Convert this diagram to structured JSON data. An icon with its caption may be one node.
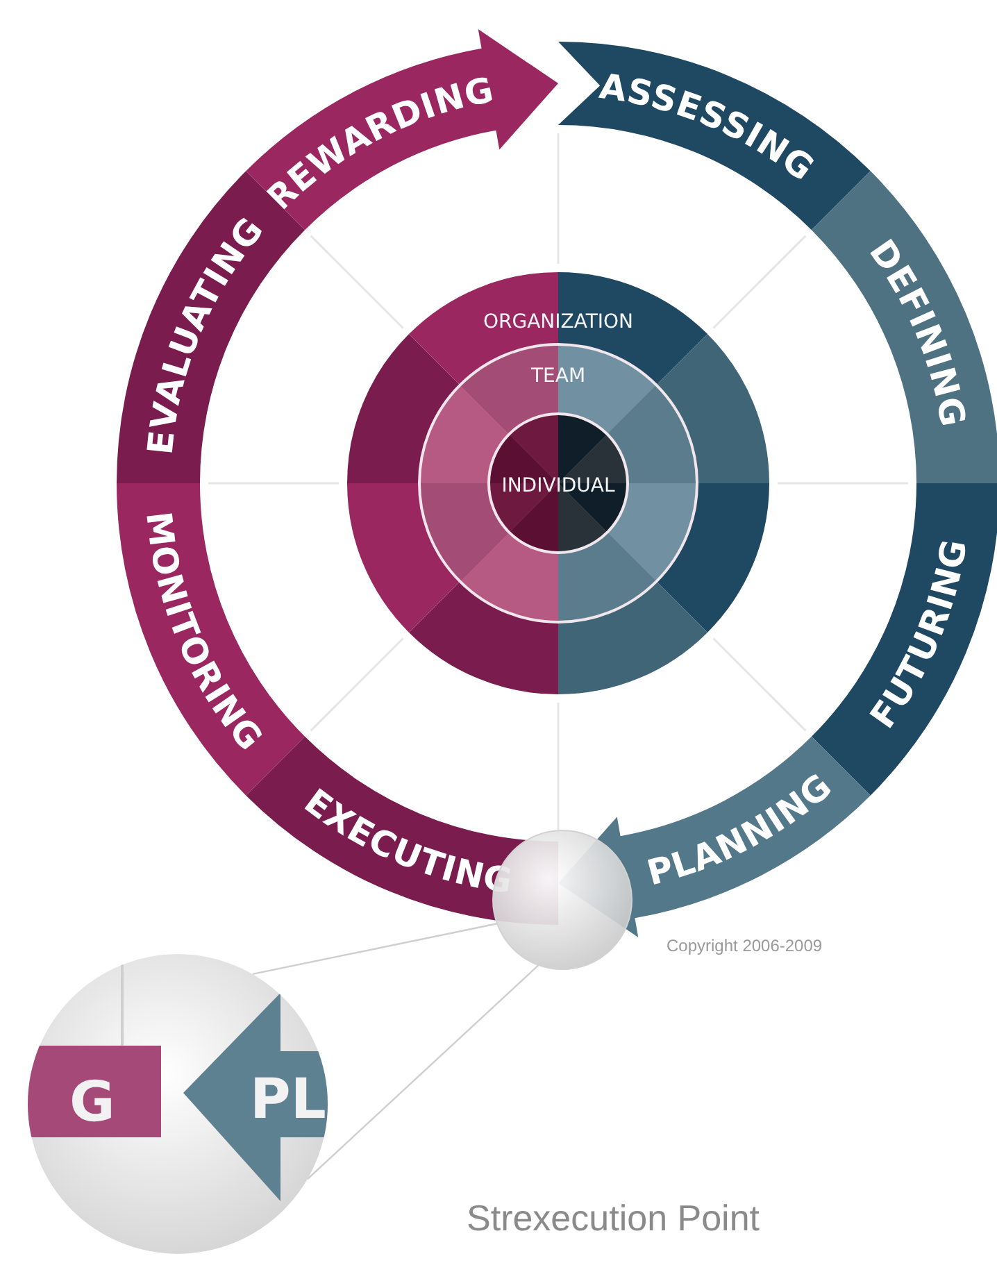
{
  "diagram": {
    "nodes": [
      {
        "text": [
          "REWARDING"
        ]
      },
      {
        "text": [
          "ASSESSING"
        ]
      },
      {
        "text": [
          "EVALUATING"
        ]
      },
      {
        "text": [
          "DEFINING"
        ]
      },
      {
        "text": [
          "ORGANIZATION"
        ]
      },
      {
        "text": [
          "TEAM"
        ],
        "in": 4
      },
      {
        "text": [
          "INDIVIDUAL"
        ],
        "in": 5
      },
      {
        "text": [
          "MONITORING"
        ]
      },
      {
        "text": [
          "FUTURING"
        ]
      },
      {
        "text": [
          "EXECUTING"
        ]
      },
      {
        "text": [
          "PLANNING"
        ]
      },
      {
        "text": [],
        "shape": "circle"
      },
      {
        "text": [
          "G",
          "PL"
        ],
        "beside": [
          "Strexecution Point"
        ]
      }
    ],
    "edges": [
      {
        "from": 11,
        "to": 12,
        "arrow": "none"
      },
      {
        "from": 11,
        "to": 12,
        "arrow": "none"
      }
    ],
    "labels": [
      "Copyright 2006-2009"
    ]
  }
}
